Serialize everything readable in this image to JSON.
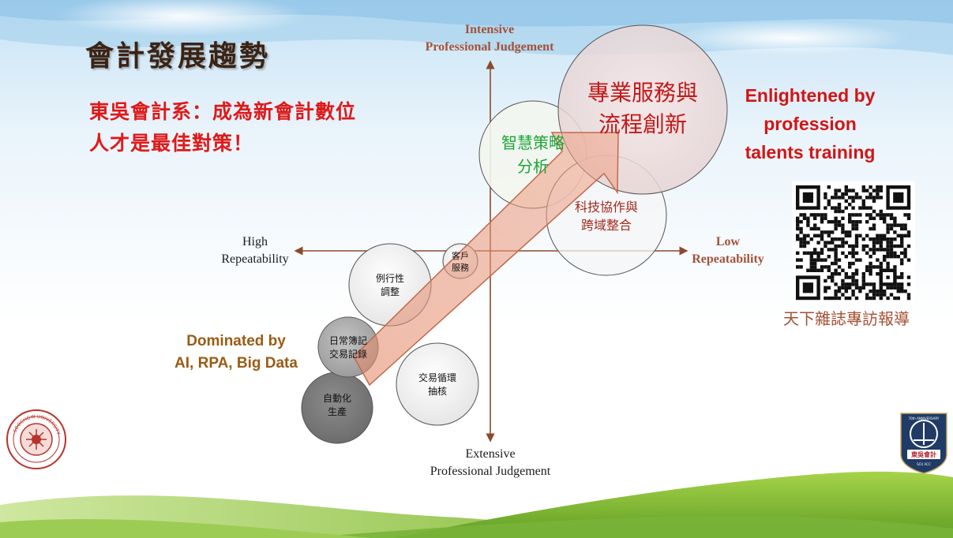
{
  "slide": {
    "title": "會計發展趨勢",
    "subtitle_line1": "東吳會計系：成為新會計數位",
    "subtitle_line2": "人才是最佳對策！"
  },
  "axes": {
    "top_line1": "Intensive",
    "top_line2": "Professional Judgement",
    "bottom_line1": "Extensive",
    "bottom_line2": "Professional Judgement",
    "left_line1": "High",
    "left_line2": "Repeatability",
    "right_line1": "Low",
    "right_line2": "Repeatability"
  },
  "left_note": {
    "line1": "Dominated by",
    "line2": "AI, RPA, Big Data"
  },
  "right_note": {
    "line1": "Enlightened by",
    "line2": "profession",
    "line3": "talents training"
  },
  "circles": {
    "automated": {
      "line1": "自動化",
      "line2": "生產"
    },
    "daily": {
      "line1": "日常簿記",
      "line2": "交易記錄"
    },
    "routine": {
      "line1": "例行性",
      "line2": "調整"
    },
    "cycle": {
      "line1": "交易循環",
      "line2": "抽核"
    },
    "customer": {
      "line1": "客戶",
      "line2": "服務"
    },
    "smart": {
      "line1": "智慧策略",
      "line2": "分析"
    },
    "tech": {
      "line1": "科技協作與",
      "line2": "跨域整合"
    },
    "pro": {
      "line1": "專業服務與",
      "line2": "流程創新"
    }
  },
  "qr": {
    "caption": "天下雜誌專訪報導"
  },
  "logos": {
    "left_seal_text": "SOOCHOW UNIVERSITY",
    "right_badge_text": "東吳會計",
    "right_badge_top": "70th ANNIVERSARY",
    "right_badge_bottom": "SCU ACC"
  },
  "colors": {
    "title": "#3b2314",
    "subtitle": "#e01919",
    "axis": "#8b4a2b",
    "green": "#1aa637",
    "note_orange": "#9b5b14"
  }
}
